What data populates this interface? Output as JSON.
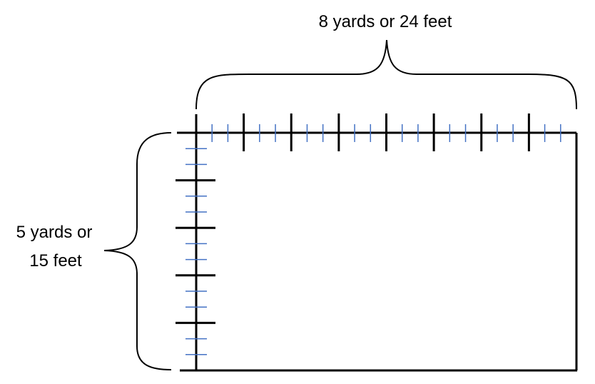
{
  "labels": {
    "top": "8 yards or 24 feet",
    "left_line1": "5 yards or",
    "left_line2": "15 feet"
  },
  "dimensions": {
    "width_yards": 8,
    "width_feet": 24,
    "height_yards": 5,
    "height_feet": 15,
    "feet_per_yard": 3
  },
  "colors": {
    "outline": "#000000",
    "yard_tick": "#000000",
    "foot_tick": "#4472C4",
    "background": "#ffffff"
  }
}
